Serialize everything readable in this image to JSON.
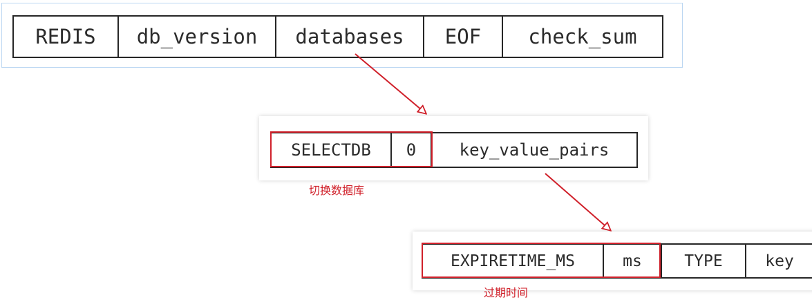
{
  "rdb_file_layout": [
    "REDIS",
    "db_version",
    "databases",
    "EOF",
    "check_sum"
  ],
  "database_layout": [
    "SELECTDB",
    "0",
    "key_value_pairs"
  ],
  "database_note": "切换数据库",
  "key_value_layout": [
    "EXPIRETIME_MS",
    "ms",
    "TYPE",
    "key"
  ],
  "key_value_note": "过期时间",
  "colors": {
    "highlight": "#d0202a",
    "box_border": "#262626",
    "panel_border": "#bcd7f2"
  }
}
